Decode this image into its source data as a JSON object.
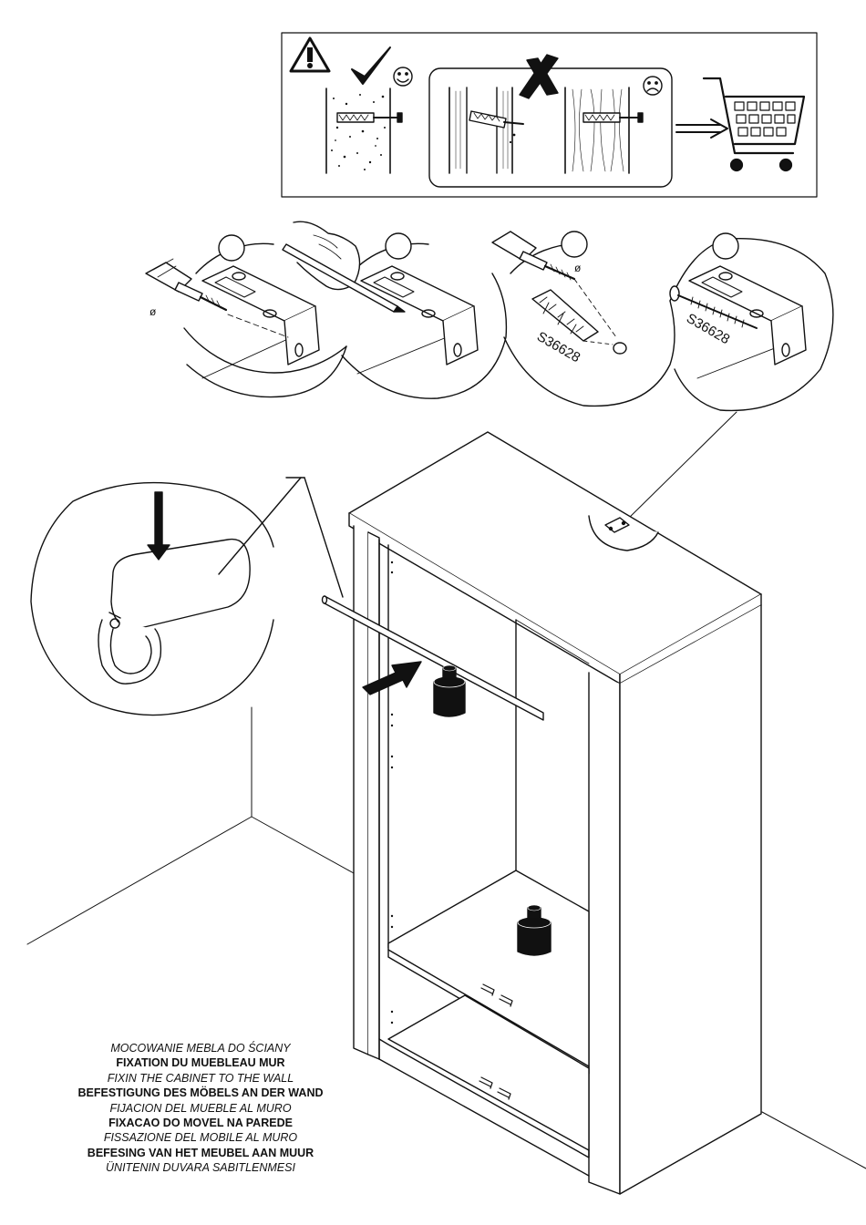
{
  "warning_panel": {
    "icons": [
      "warning-triangle-icon",
      "checkmark-icon",
      "smiley-face-icon",
      "cross-mark-icon",
      "sad-face-icon",
      "double-arrow-icon",
      "shopping-cart-icon"
    ],
    "correct_wall": "concrete",
    "incorrect_walls": [
      "hollow-plasterboard",
      "wood"
    ]
  },
  "steps": {
    "part_code_1": "S36628",
    "part_code_2": "S36628",
    "diameter_symbol": "ø"
  },
  "captions": [
    {
      "text": "MOCOWANIE MEBLA DO ŚCIANY",
      "style": "italic"
    },
    {
      "text": "FIXATION DU MUEBLEAU MUR",
      "style": "bold"
    },
    {
      "text": "FIXIN THE CABINET TO THE WALL",
      "style": "italic"
    },
    {
      "text": "BEFESTIGUNG DES MÖBELS AN DER WAND",
      "style": "bold"
    },
    {
      "text": "FIJACION DEL MUEBLE AL MURO",
      "style": "italic"
    },
    {
      "text": "FIXACAO DO MOVEL NA PAREDE",
      "style": "bold"
    },
    {
      "text": "FISSAZIONE DEL MOBILE AL MURO",
      "style": "italic"
    },
    {
      "text": "BEFESING VAN HET MEUBEL AAN MUUR",
      "style": "bold"
    },
    {
      "text": "ÜNITENIN DUVARA SABITLENMESI",
      "style": "italic"
    }
  ]
}
